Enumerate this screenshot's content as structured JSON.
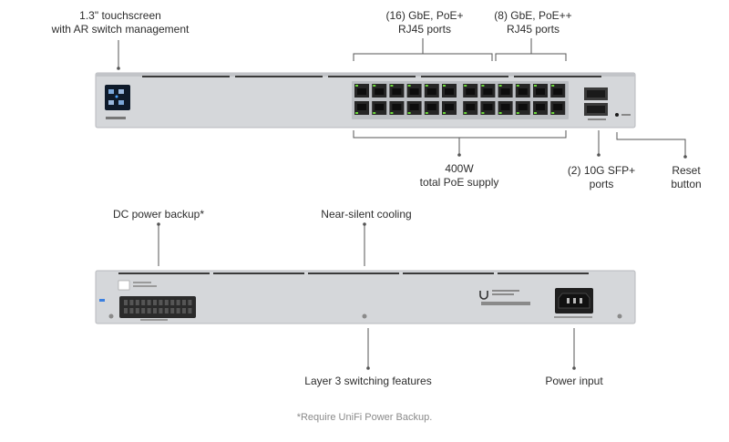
{
  "callouts": {
    "touchscreen": [
      "1.3\" touchscreen",
      "with AR switch management"
    ],
    "gbe_poe": [
      "(16) GbE, PoE+",
      "RJ45 ports"
    ],
    "gbe_poepp": [
      "(8) GbE, PoE++",
      "RJ45 ports"
    ],
    "poe_supply": [
      "400W",
      "total PoE supply"
    ],
    "sfp": [
      "(2) 10G SFP+",
      "ports"
    ],
    "reset": [
      "Reset",
      "button"
    ],
    "dc_backup": "DC power backup*",
    "cooling": "Near-silent cooling",
    "layer3": "Layer 3 switching features",
    "power_input": "Power input"
  },
  "footnote": "*Require UniFi Power Backup.",
  "colors": {
    "chassis": "#c9cbcf",
    "chassis_face": "#d7d9dc",
    "port_body": "#262626",
    "led": "#6ddb3a",
    "screen": "#0e1a2a",
    "line": "#555555"
  },
  "icons": [
    "touchscreen-icon",
    "rj45-port-icon",
    "sfp-port-icon",
    "reset-icon",
    "power-inlet-icon",
    "dc-connector-icon",
    "ubiquiti-logo-icon"
  ]
}
